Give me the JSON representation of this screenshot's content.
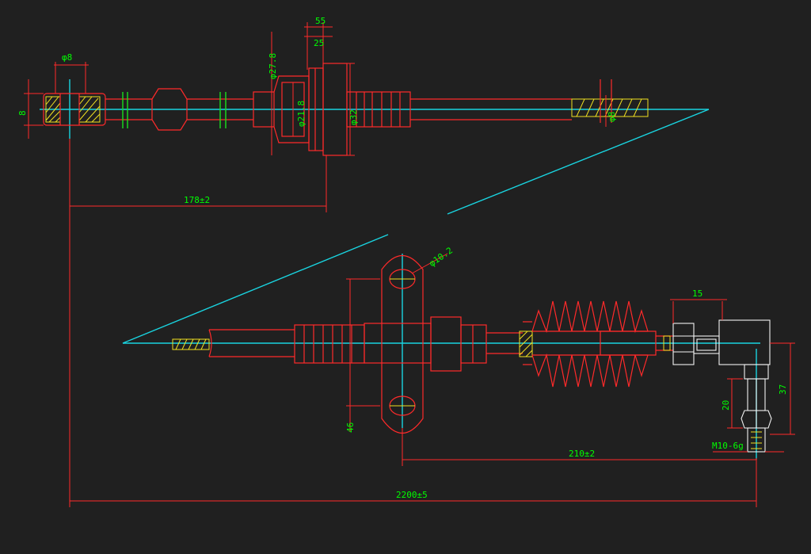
{
  "dimensions": {
    "d8": "φ8",
    "height_8": "8",
    "d27_8": "φ27.8",
    "d21_8": "φ21.8",
    "d32": "φ32",
    "len_55": "55",
    "len_25": "25",
    "d_thread_8": "φ8",
    "len_178": "178±2",
    "d10_2": "φ10.2",
    "len_15": "15",
    "len_46": "46",
    "len_20": "20",
    "len_37": "37",
    "thread_m10": "M10-6g",
    "len_210": "210±2",
    "len_2200": "2200±5"
  },
  "colors": {
    "background": "#202020",
    "dimension_lines": "#ff2a2a",
    "centerlines": "#19d4e0",
    "text": "#00ff00",
    "hatching": "#f0e020",
    "ball_joint": "#f2f2f2"
  }
}
